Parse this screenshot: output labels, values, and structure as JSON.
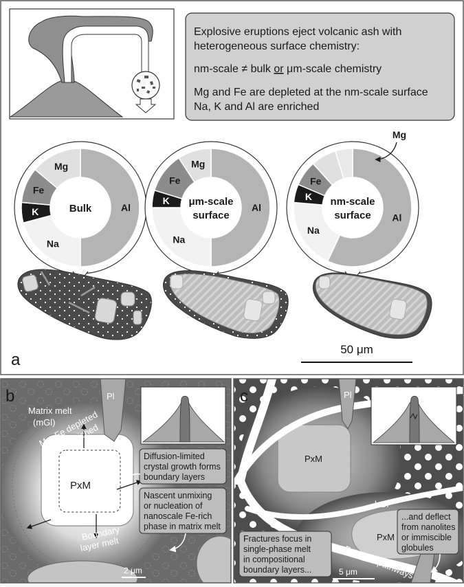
{
  "summary_box": {
    "line1": "Explosive eruptions eject volcanic ash with",
    "line2": "heterogeneous surface chemistry:",
    "line3_a": "nm-scale ≠ bulk ",
    "line3_or": "or",
    "line3_b": " μm-scale chemistry",
    "line4": "Mg and Fe are depleted at the nm-scale surface",
    "line5": "Na, K and Al are enriched"
  },
  "donuts": [
    {
      "center_lines": [
        "Bulk"
      ],
      "labels": {
        "Mg": "Mg",
        "Fe": "Fe",
        "K": "K",
        "Na": "Na",
        "Al": "Al"
      }
    },
    {
      "center_lines": [
        "μm-scale",
        "surface"
      ],
      "labels": {
        "Mg": "Mg",
        "Fe": "Fe",
        "K": "K",
        "Na": "Na",
        "Al": "Al"
      }
    },
    {
      "center_lines": [
        "nm-scale",
        "surface"
      ],
      "labels": {
        "Mg": "Mg",
        "Fe": "Fe",
        "K": "K",
        "Na": "Na",
        "Al": "Al"
      }
    }
  ],
  "colors": {
    "Al": "#b4b4b4",
    "Mg": "#e0e0e0",
    "Fe": "#8c8c8c",
    "K": "#1a1a1a",
    "Na": "#f2f2f2",
    "frame": "#5a5a5a",
    "ash_dark": "#4a4a4a",
    "box_fill": "#d0d0d0"
  },
  "panel_a": {
    "letter": "a",
    "scale_label": "50 μm"
  },
  "panel_b": {
    "letter": "b",
    "matrix_line1": "Matrix melt",
    "matrix_line2": "(mGl)",
    "pl": "Pl",
    "rim_line1": "Mg, Fe depleted",
    "rim_line2": "Na, K enriched",
    "pxm": "PxM",
    "boundary_line1": "Boundary",
    "boundary_line2": "layer melt",
    "callout1": [
      "Diffusion-limited",
      "crystal growth forms",
      "boundary layers"
    ],
    "callout2": [
      "Nascent unmixing",
      "or nucleation of",
      "nanoscale Fe-rich",
      "phase in matrix melt"
    ],
    "scale_label": "2 μm"
  },
  "panel_c": {
    "letter": "c",
    "pl": "Pl",
    "pxm1": "PxM",
    "pxm2": "PxM",
    "bgl": "bGl",
    "callout1": [
      "Fractures focus in",
      "single-phase melt",
      "in compositional",
      "boundary layers..."
    ],
    "callout2": [
      "...and deflect",
      "from nanolites",
      "or immiscible",
      "globules"
    ],
    "fracture_label": "Fracture pathways",
    "scale_label": "5 μm"
  }
}
